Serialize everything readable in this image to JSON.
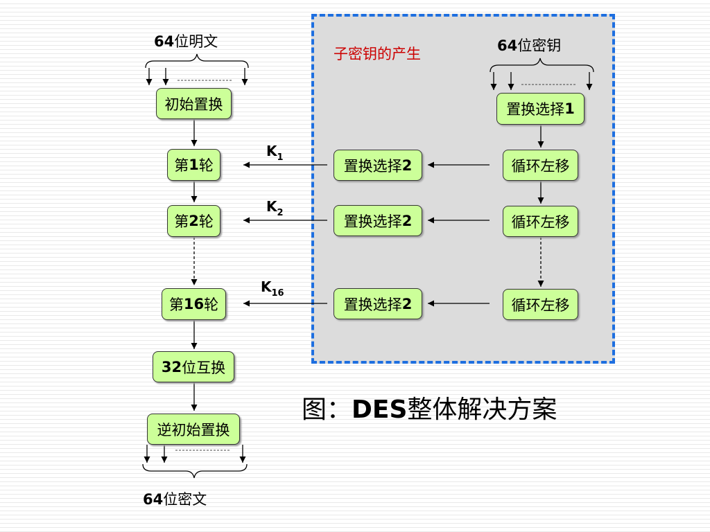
{
  "left": {
    "input_label": "64位明文",
    "initial_perm": "初始置换",
    "round1": "第1轮",
    "round2": "第2轮",
    "round16": "第16轮",
    "swap32": "32位互换",
    "inverse_perm": "逆初始置换",
    "output_label": "64位密文"
  },
  "keygen": {
    "panel_title": "子密钥的产生",
    "key_label": "64位密钥",
    "pc1": "置换选择1",
    "shift1": "循环左移",
    "shift2": "循环左移",
    "shift16": "循环左移",
    "pc2_1": "置换选择2",
    "pc2_2": "置换选择2",
    "pc2_16": "置换选择2"
  },
  "keys": {
    "k1": "K1",
    "k2": "K2",
    "k16": "K16"
  },
  "caption": "图：DES整体解决方案",
  "colors": {
    "box_fill": "#ccff99",
    "panel_fill": "#dcdcdc",
    "panel_border": "#1e6fe0",
    "accent_red": "#cc0000"
  }
}
